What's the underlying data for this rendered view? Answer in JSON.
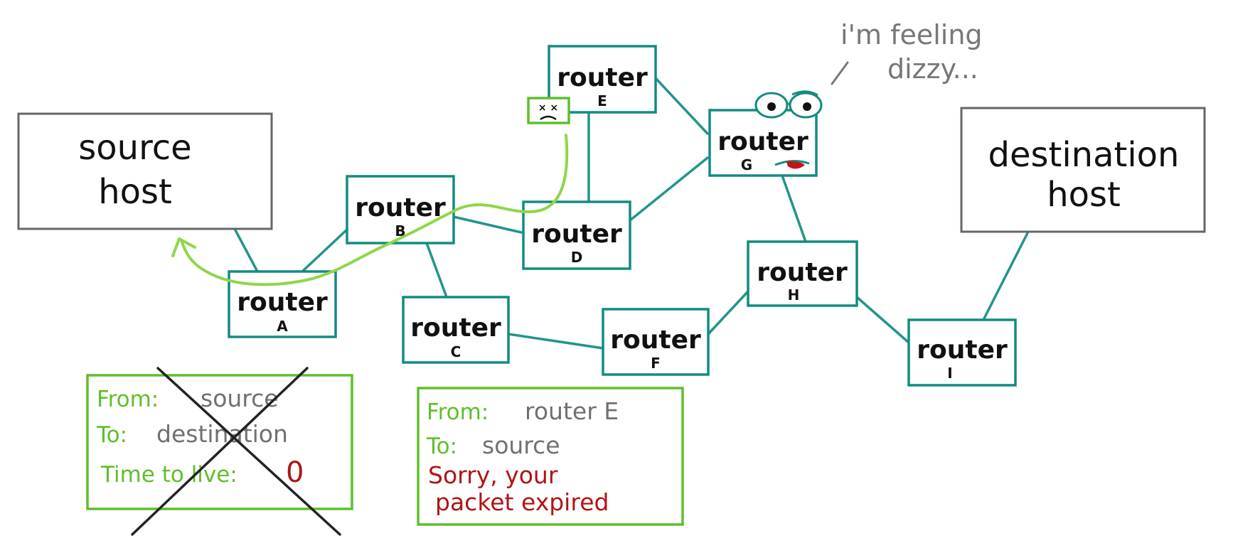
{
  "colors": {
    "router_border": "#138b80",
    "link": "#22958a",
    "host_border": "#666666",
    "packet_border": "#5fbf2a",
    "packet_label": "#5fbf2a",
    "packet_value": "#707070",
    "alert_text": "#b01414",
    "return_path": "#8fd64a"
  },
  "hosts": {
    "source": {
      "line1": "source",
      "line2": "host"
    },
    "destination": {
      "line1": "destination",
      "line2": "host"
    }
  },
  "routers": [
    {
      "id": "A",
      "label": "router",
      "letter": "A"
    },
    {
      "id": "B",
      "label": "router",
      "letter": "B"
    },
    {
      "id": "C",
      "label": "router",
      "letter": "C"
    },
    {
      "id": "D",
      "label": "router",
      "letter": "D"
    },
    {
      "id": "E",
      "label": "router",
      "letter": "E"
    },
    {
      "id": "F",
      "label": "router",
      "letter": "F"
    },
    {
      "id": "G",
      "label": "router",
      "letter": "G"
    },
    {
      "id": "H",
      "label": "router",
      "letter": "H"
    },
    {
      "id": "I",
      "label": "router",
      "letter": "I"
    }
  ],
  "thought_bubble": {
    "line1": "i'm feeling",
    "line2": "dizzy..."
  },
  "expired_packet": {
    "from_label": "From:",
    "from_value": "source",
    "to_label": "To:",
    "to_value": "destination",
    "ttl_label": "Time to live:",
    "ttl_value": "0"
  },
  "error_packet": {
    "from_label": "From:",
    "from_value": "router E",
    "to_label": "To:",
    "to_value": "source",
    "message_line1": "Sorry, your",
    "message_line2": "packet expired"
  },
  "icons": {
    "error_icon": "dead-face-icon",
    "return_arrow": "return-arrow-icon",
    "dizzy_face": "dizzy-face-icon",
    "cross_out": "cross-out-icon"
  }
}
